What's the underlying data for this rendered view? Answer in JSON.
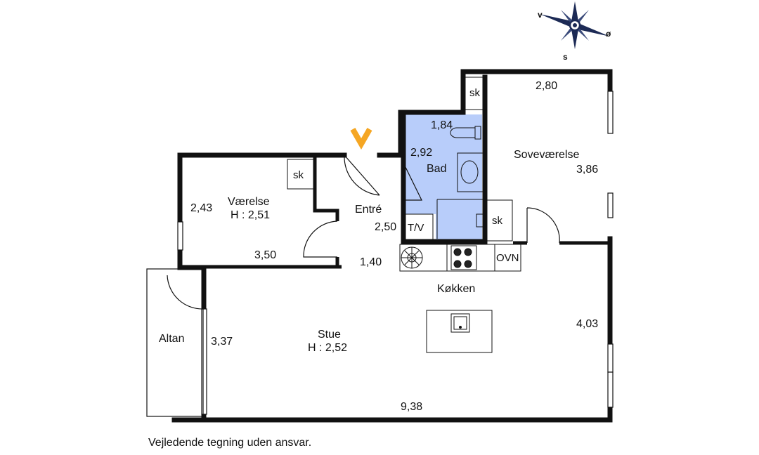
{
  "compass": {
    "v": "v",
    "o": "ø",
    "s": "s"
  },
  "rooms": {
    "vaerelse": {
      "name": "Værelse",
      "height": "H : 2,51",
      "dim_side": "2,43",
      "dim_bottom": "3,50",
      "closet": "sk"
    },
    "entre": {
      "name": "Entré",
      "dim_side": "2,50",
      "dim_bottom": "1,40"
    },
    "bad": {
      "name": "Bad",
      "dim_top": "1,84",
      "dim_side": "2,92",
      "washer": "T/V"
    },
    "sovevaerelse": {
      "name": "Soveværelse",
      "dim_top": "2,80",
      "dim_side": "3,86",
      "closet_top": "sk",
      "closet_bottom": "sk"
    },
    "koekken": {
      "name": "Køkken",
      "oven": "OVN"
    },
    "stue": {
      "name": "Stue",
      "height": "H : 2,52",
      "dim_side_left": "3,37",
      "dim_side_right": "4,03",
      "dim_bottom": "9,38"
    },
    "altan": {
      "name": "Altan"
    }
  },
  "colors": {
    "bathroom": "#b8cdfa",
    "entrance_arrow": "#f5a623",
    "compass": "#1c2a55"
  },
  "disclaimer": "Vejledende tegning uden ansvar."
}
